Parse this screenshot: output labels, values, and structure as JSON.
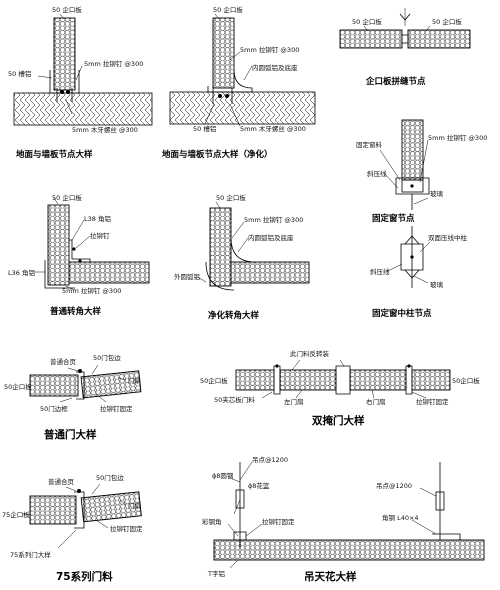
{
  "labels": {
    "d1_top": "50 企口板",
    "d1_left": "50 槽铝",
    "d1_rivet": "5mm 拉铆钉 @300",
    "d1_screw": "5mm 木牙螺丝 @300",
    "d1_title": "地面与墙板节点大样",
    "d2_top": "50 企口板",
    "d2_rivet": "5mm 拉铆钉 @300",
    "d2_arc": "内圆弧铝及底座",
    "d2_groove": "50 槽铝",
    "d2_screw": "5mm 木牙螺丝 @300",
    "d2_title": "地面与墙板节点大样（净化）",
    "d3_left": "50 企口板",
    "d3_right": "50 企口板",
    "d3_title": "企口板拼缝节点",
    "d4_frame": "固定窗料",
    "d4_rivet": "5mm 拉铆钉 @300",
    "d4_press": "斜压线",
    "d4_glass": "玻璃",
    "d4_title": "固定窗节点",
    "d5_top": "50 企口板",
    "d5_l38": "L38 角铝",
    "d5_rivet": "拉铆钉",
    "d5_l36": "L36 角铝",
    "d5_rivet2": "5mm 拉铆钉 @300",
    "d5_title": "普通转角大样",
    "d6_top": "50 企口板",
    "d6_rivet": "5mm 拉铆钉 @300",
    "d6_arc": "内圆弧铝及底座",
    "d6_outer": "外圆弧铝",
    "d6_title": "净化转角大样",
    "d7_press2": "双面压线中柱",
    "d7_press": "斜压线",
    "d7_glass": "玻璃",
    "d7_title": "固定窗中柱节点",
    "d8_hinge": "普通合页",
    "d8_wrap": "50门包边",
    "d8_panel": "50企口板",
    "d8_door": "门扇",
    "d8_frame": "50门边框",
    "d8_fix": "拉铆钉固定",
    "d8_title": "普通门大样",
    "d9_top": "此门料反转装",
    "d9_left": "50企口板",
    "d9_right": "50企口板",
    "d9_core": "50夹芯板门料",
    "d9_ldoor": "左门扇",
    "d9_rdoor": "右门扇",
    "d9_fix": "拉铆钉固定",
    "d9_title": "双掩门大样",
    "d10_hinge": "普通合页",
    "d10_wrap": "50门包边",
    "d10_panel": "75企口板",
    "d10_door": "门扇",
    "d10_fix": "拉铆钉固定",
    "d10_series": "75系列门大样",
    "d10_title": "75系列门料",
    "d11_rod": "ϕ8圆钢",
    "d11_hang": "吊点@1200",
    "d11_bolt": "ϕ8花篮",
    "d11_color": "彩钢角",
    "d11_fix": "拉铆钉固定",
    "d11_t": "T字铝",
    "d11_hang2": "吊点@1200",
    "d11_angle": "角钢 L40×4",
    "d11_title": "吊天花大样"
  }
}
